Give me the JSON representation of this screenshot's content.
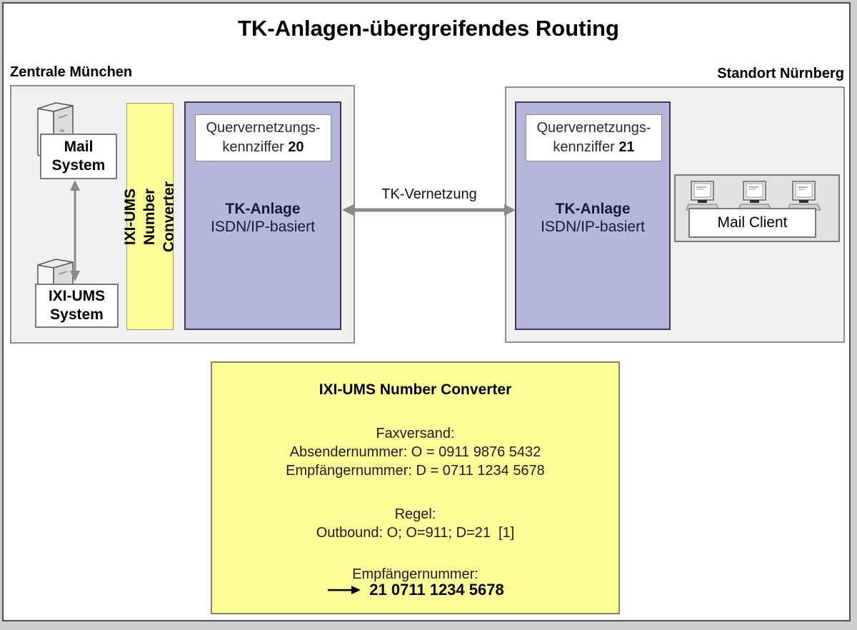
{
  "title": "TK-Anlagen-übergreifendes Routing",
  "left_site": {
    "label": "Zentrale München",
    "mail_system_label": "Mail\nSystem",
    "ums_system_label": "IXI-UMS\nSystem",
    "converter_bar_label": "IXI-UMS\nNumber Converter",
    "pbx": {
      "code_line1": "Quervernetzungs-",
      "code_line2_prefix": "kennziffer ",
      "code_value": "20",
      "name": "TK-Anlage",
      "subtitle": "ISDN/IP-basiert"
    }
  },
  "right_site": {
    "label": "Standort Nürnberg",
    "pbx": {
      "code_line1": "Quervernetzungs-",
      "code_line2_prefix": "kennziffer ",
      "code_value": "21",
      "name": "TK-Anlage",
      "subtitle": "ISDN/IP-basiert"
    },
    "mail_client_label": "Mail Client"
  },
  "link": {
    "label": "TK-Vernetzung"
  },
  "converter_panel": {
    "title": "IXI-UMS Number Converter",
    "fax_section_label": "Faxversand:",
    "sender_line": "Absendernummer: O = 0911 9876 5432",
    "recipient_line": "Empfängernummer: D = 0711 1234 5678",
    "rule_section_label": "Regel:",
    "rule_line": "Outbound: O; O=911; D=21  [1]",
    "result_label": "Empfängernummer:",
    "result_value": "21 0711 1234 5678"
  },
  "icons": {
    "server": "server-tower-icon",
    "computer": "desktop-computer-icon",
    "vertical_link": "double-arrow-vertical-icon",
    "horizontal_link": "double-arrow-horizontal-icon",
    "result_arrow": "right-arrow-icon"
  },
  "colors": {
    "panel_yellow": "#FFFF99",
    "pbx_purple": "#B6B6DA",
    "pbx_border": "#39395F",
    "site_box_gray": "#F0F0F0",
    "client_panel_gray": "#E1E1E1",
    "arrow_gray": "#8A8A8A",
    "pbx_text": "#181836"
  }
}
